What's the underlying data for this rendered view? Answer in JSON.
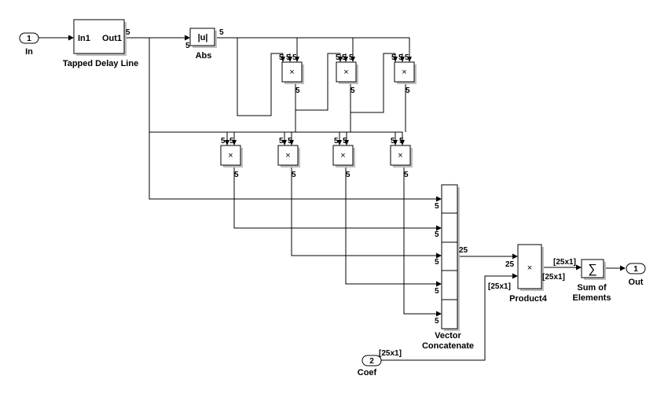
{
  "ports": {
    "in": {
      "number": "1",
      "label": "In"
    },
    "coef": {
      "number": "2",
      "label": "Coef"
    },
    "out": {
      "number": "1",
      "label": "Out"
    }
  },
  "blocks": {
    "tapped_delay": {
      "name": "Tapped Delay Line",
      "in_port": "In1",
      "out_port": "Out1"
    },
    "abs": {
      "name": "Abs",
      "symbol": "|u|"
    },
    "product_symbol": "×",
    "concat": {
      "name_line1": "Vector",
      "name_line2": "Concatenate"
    },
    "product4": {
      "name": "Product4",
      "symbol": "×"
    },
    "sum": {
      "name_line1": "Sum of",
      "name_line2": "Elements",
      "symbol": "∑"
    }
  },
  "signals": {
    "width5": "5",
    "width25": "25",
    "dim25x1": "[25x1]"
  }
}
